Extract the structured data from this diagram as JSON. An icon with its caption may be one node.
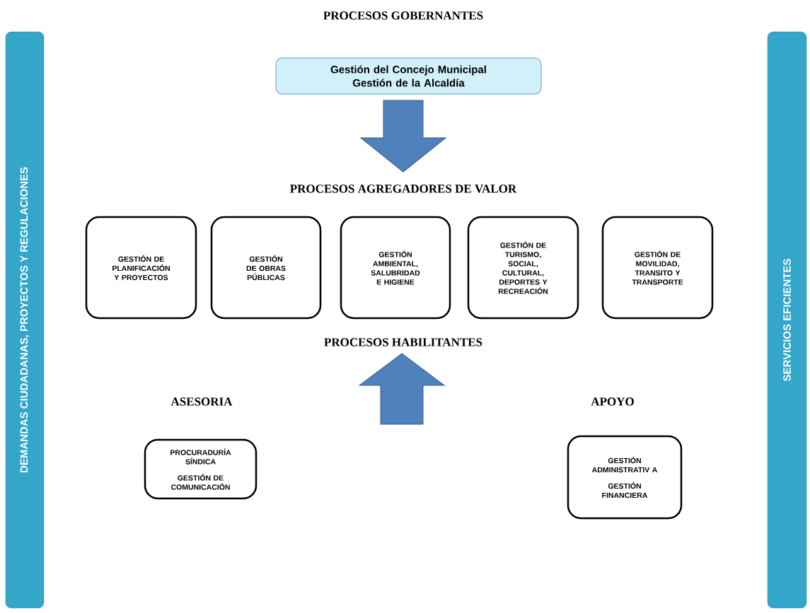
{
  "diagram": {
    "nodes": [
      {
        "text": [
          "DEMANDAS CIUDADANAS, PROYECTOS Y REGULACIONES"
        ]
      },
      {
        "text": [
          "SERVICIOS EFICIENTES"
        ]
      },
      {
        "text": [
          "Gestión del Concejo Municipal",
          "Gestión de la Alcaldía"
        ]
      },
      {
        "text": [
          "GESTIÓN DE PLANIFICACIÓN Y PROYECTOS"
        ]
      },
      {
        "text": [
          "GESTIÓN DE OBRAS PÚBLICAS"
        ]
      },
      {
        "text": [
          "GESTIÓN AMBIENTAL, SALUBRIDAD E HIGIENE"
        ]
      },
      {
        "text": [
          "GESTIÓN DE TURISMO, SOCIAL, CULTURAL, DEPORTES Y RECREACIÓN"
        ]
      },
      {
        "text": [
          "GESTIÓN DE MOVILIDAD, TRANSITO Y TRANSPORTE"
        ]
      },
      {
        "text": [
          "PROCURADURÍA SÍNDICA",
          "GESTIÓN DE COMUNICACIÓN"
        ]
      },
      {
        "text": [
          "GESTIÓN ADMINISTRATIV A",
          "GESTIÓN FINANCIERA"
        ]
      }
    ],
    "labels": [
      "PROCESOS GOBERNANTES",
      "PROCESOS AGREGADORES DE VALOR",
      "PROCESOS HABILITANTES",
      "ASESORIA",
      "APOYO"
    ]
  }
}
